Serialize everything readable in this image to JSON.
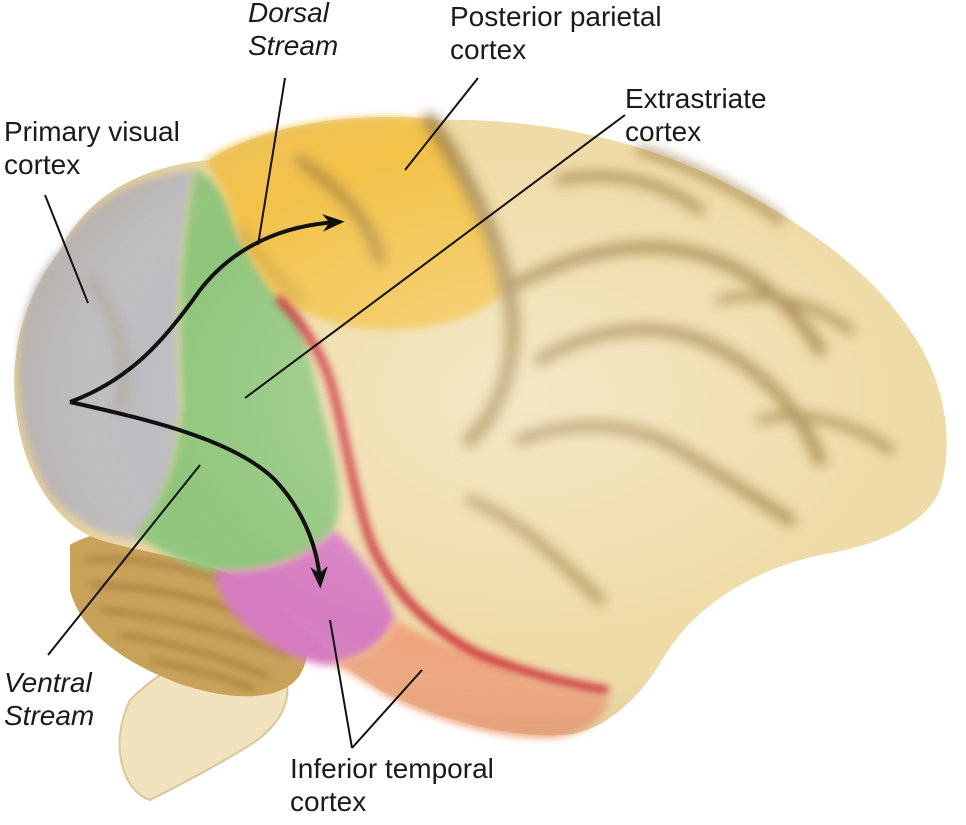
{
  "labels": {
    "dorsal_stream": [
      "Dorsal",
      "Stream"
    ],
    "posterior_parietal": [
      "Posterior parietal",
      "cortex"
    ],
    "extrastriate": [
      "Extrastriate",
      "cortex"
    ],
    "primary_visual": [
      "Primary visual",
      "cortex"
    ],
    "ventral_stream": [
      "Ventral",
      "Stream"
    ],
    "inferior_temporal": [
      "Inferior temporal",
      "cortex"
    ]
  },
  "colors": {
    "brain_base": "#efdba6",
    "sulcus": "#9b7d3f",
    "primary_visual": "#bdbcc0",
    "extrastriate": "#8fc57a",
    "posterior_parietal": "#f2c24a",
    "inferior_temporal_pink": "#d57bc0",
    "inferior_temporal_orange": "#efa57e",
    "red_boundary": "#c8202e",
    "cerebellum": "#c9a25a",
    "brainstem": "#f0e2bd",
    "stream_arrow": "#111111"
  }
}
